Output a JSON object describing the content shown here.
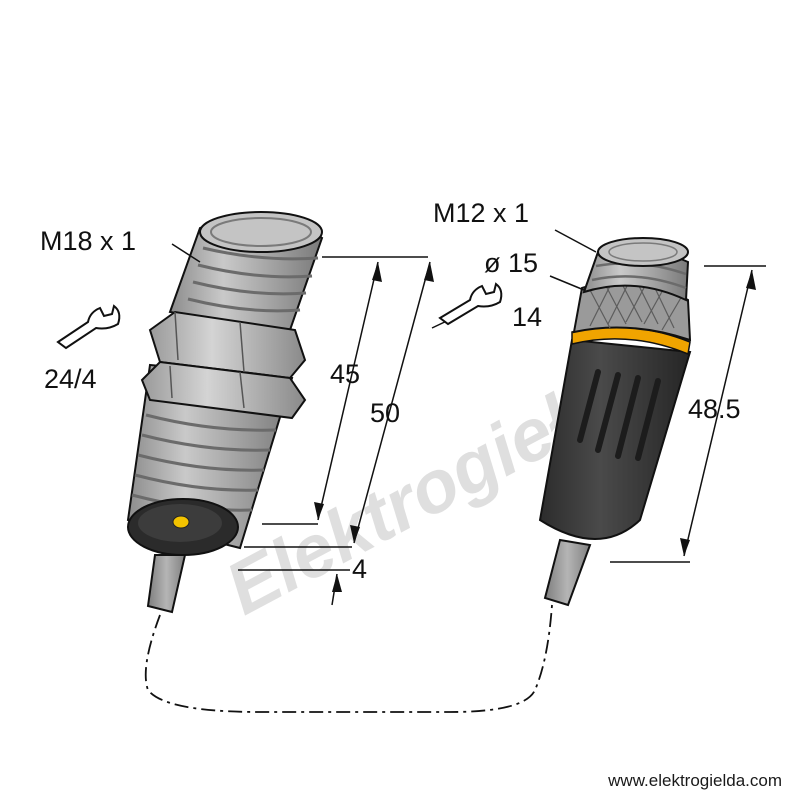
{
  "labels": {
    "thread_sensor": "M18 x 1",
    "wrench_sensor": "24/4",
    "thread_connector": "M12 x 1",
    "diameter_connector": "ø 15",
    "wrench_connector": "14",
    "dim_thread_length": "45",
    "dim_total_length": "50",
    "dim_tip": "4",
    "dim_connector_length": "48.5"
  },
  "footer": {
    "url": "www.elektrogielda.com"
  },
  "watermark": {
    "text": "Elektrogiełda"
  },
  "colors": {
    "thread": "#a6a6a6",
    "nut": "#b9b9b9",
    "face": "#2a2a2a",
    "led": "#f3c300",
    "cable": "#9a9a9a",
    "connector_body": "#3a3a3a",
    "ring": "#f0a400",
    "lines": "#111111"
  }
}
